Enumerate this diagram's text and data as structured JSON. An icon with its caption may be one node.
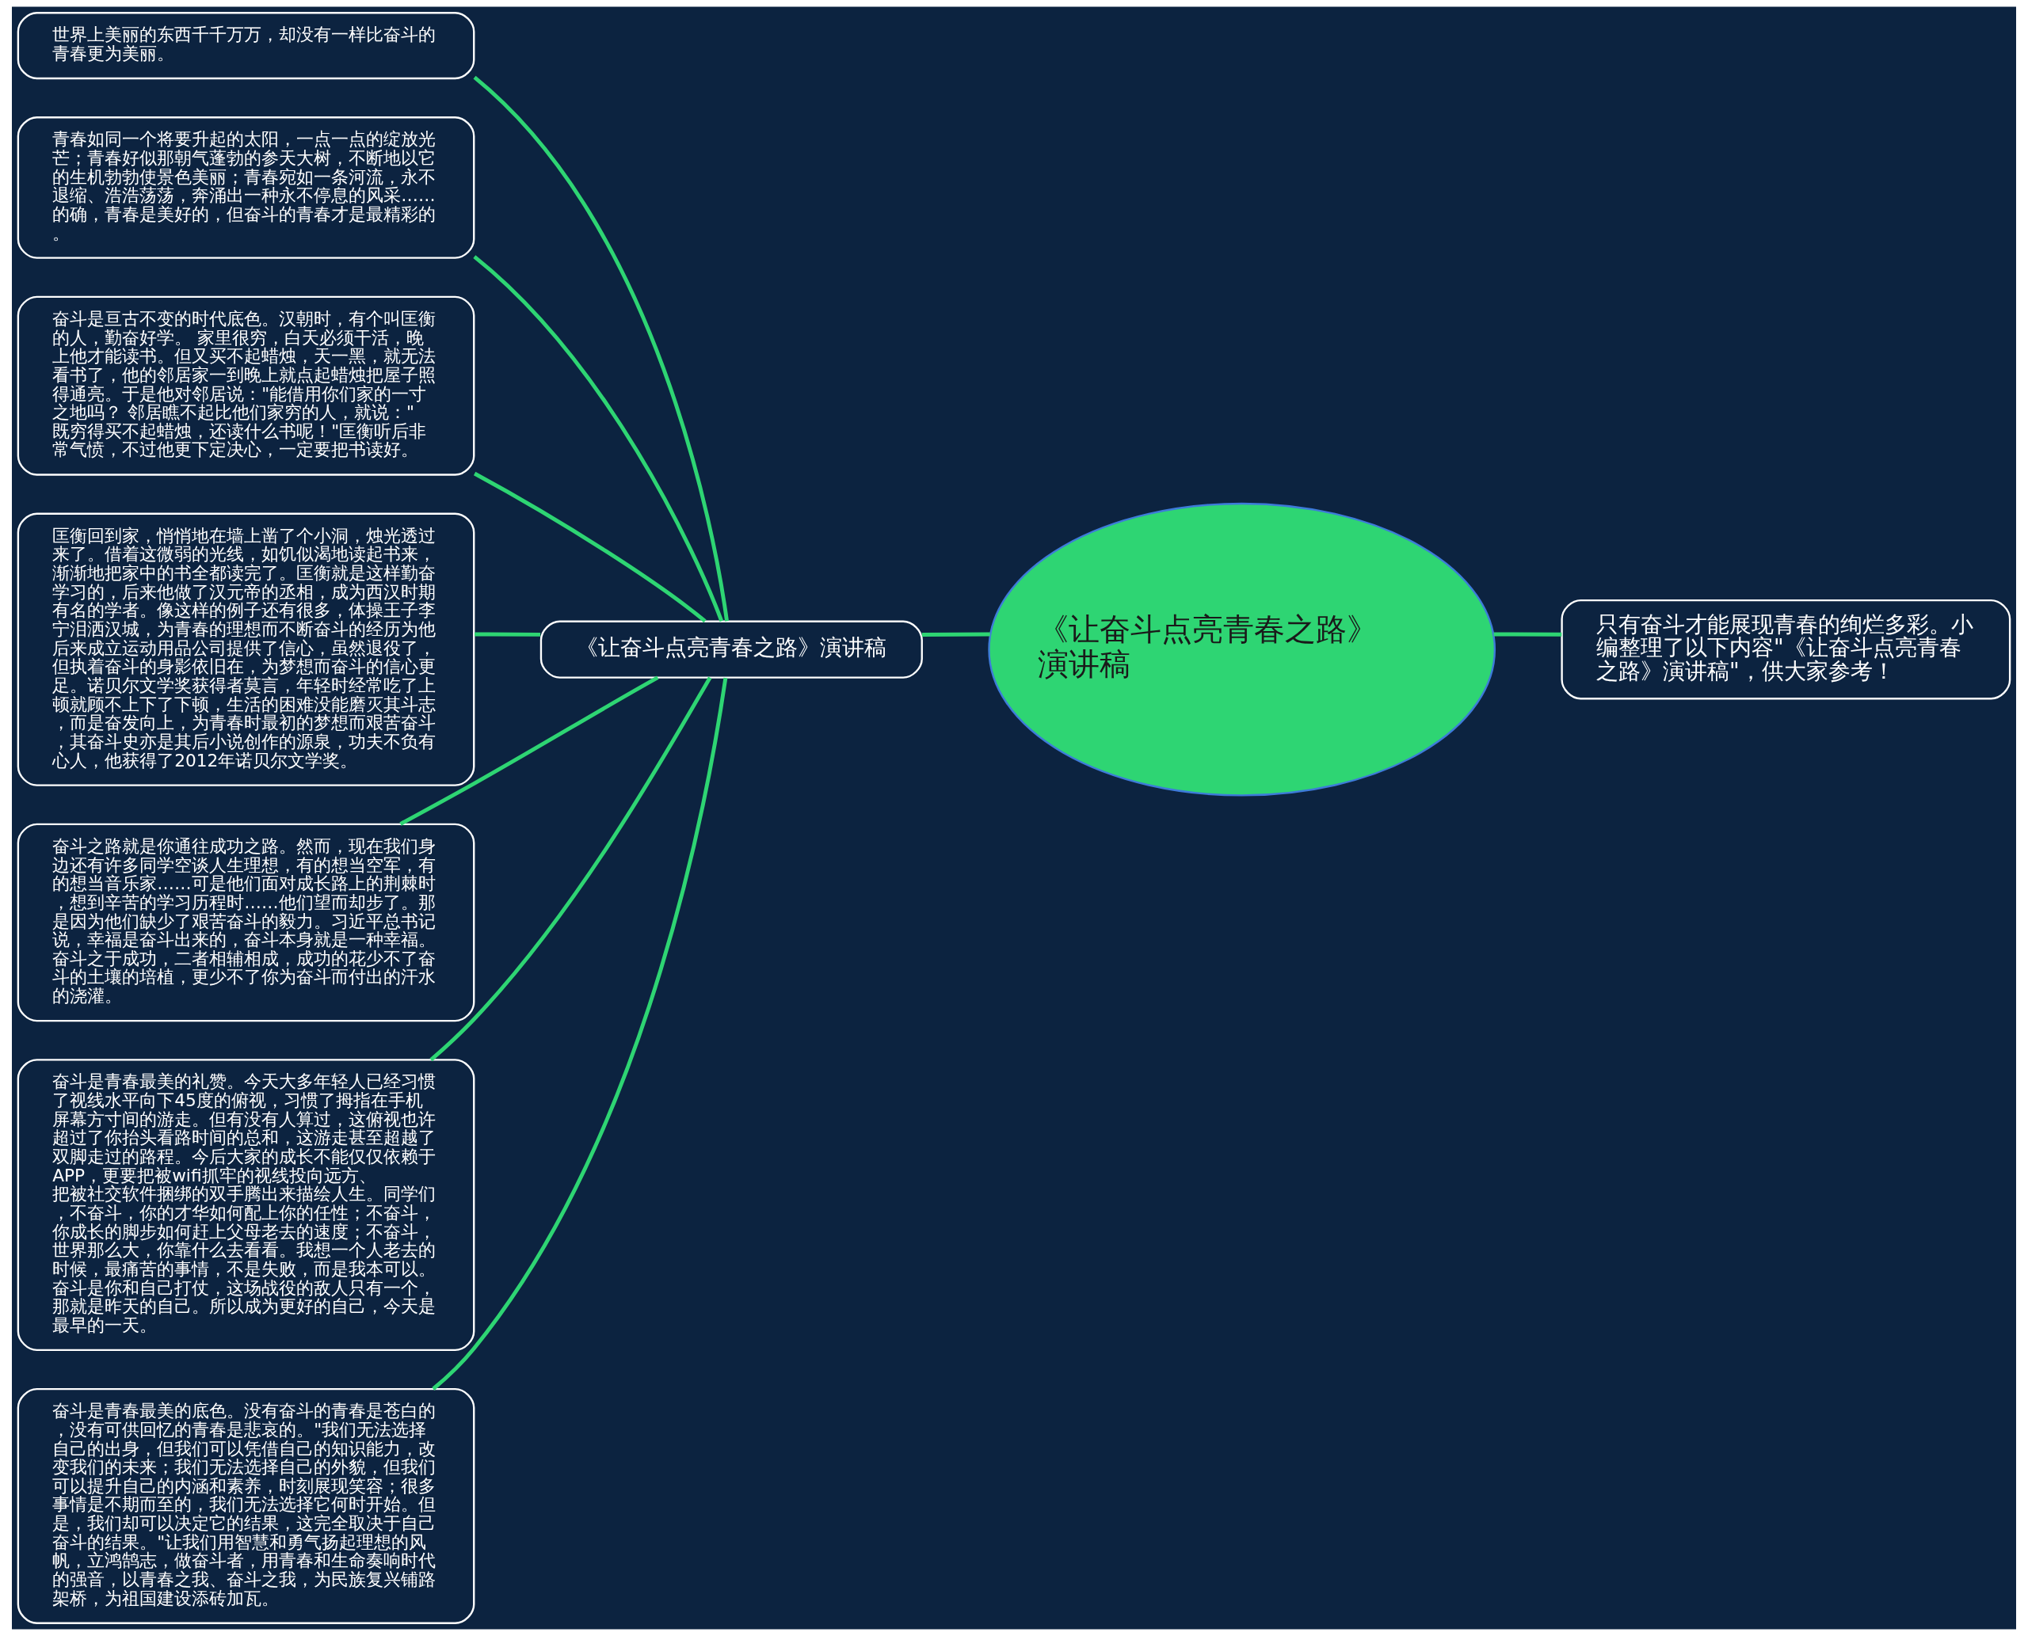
{
  "diagram": {
    "nodes": [
      {
        "text": [
          "《让奋斗点亮青春之路》演讲稿"
        ]
      },
      {
        "text": [
          "只有奋斗才能展现青春的绚烂多彩。小编整理了以下内容\"《让奋斗点亮青春之路》演讲稿\"，供大家参考！"
        ]
      },
      {
        "text": [
          "《让奋斗点亮青春之路》演讲稿"
        ]
      },
      {
        "text": [
          "世界上美丽的东西千千万万，却没有一样比奋斗的青春更为美丽。"
        ]
      },
      {
        "text": [
          "青春如同一个将要升起的太阳，一点一点的绽放光芒；青春好似那朝气蓬勃的参天大树，不断地以它的生机勃勃使景色美丽；青春宛如一条河流，永不退缩、浩浩荡荡，奔涌出一种永不停息的风采……的确，青春是美好的，但奋斗的青春才是最精彩的。"
        ]
      },
      {
        "text": [
          "奋斗是亘古不变的时代底色。汉朝时，有个叫匡衡的人，勤奋好学。 家里很穷，白天必须干活，晚上他才能读书。但又买不起蜡烛，天一黑，就无法看书了，他的邻居家一到晚上就点起蜡烛把屋子照得通亮。于是他对邻居说：\"能借用你们家的一寸之地吗？ 邻居瞧不起比他们家穷的人，就说：\"既穷得买不起蜡烛，还读什么书呢！\"匡衡听后非常气愤，不过他更下定决心，一定要把书读好。"
        ]
      },
      {
        "text": [
          "匡衡回到家，悄悄地在墙上凿了个小洞，烛光透过来了。借着这微弱的光线，如饥似渴地读起书来，渐渐地把家中的书全都读完了。匡衡就是这样勤奋学习的，后来他做了汉元帝的丞相，成为西汉时期有名的学者。像这样的例子还有很多，体操王子李宁泪洒汉城，为青春的理想而不断奋斗的经历为他后来成立运动用品公司提供了信心，虽然退役了，但执着奋斗的身影依旧在，为梦想而奋斗的信心更足。诺贝尔文学奖获得者莫言，年轻时经常吃了上顿就顾不上下了下顿，生活的困难没能磨灭其斗志，而是奋发向上，为青春时最初的梦想而艰苦奋斗，其奋斗史亦是其后小说创作的源泉，功夫不负有心人，他获得了2012年诺贝尔文学奖。"
        ]
      },
      {
        "text": [
          "奋斗之路就是你通往成功之路。然而，现在我们身边还有许多同学空谈人生理想，有的想当空军，有的想当音乐家……可是他们面对成长路上的荆棘时，想到辛苦的学习历程时……他们望而却步了。那是因为他们缺少了艰苦奋斗的毅力。习近平总书记说，幸福是奋斗出来的，奋斗本身就是一种幸福。奋斗之于成功，二者相辅相成，成功的花少不了奋斗的土壤的培植，更少不了你为奋斗而付出的汗水的浇灌。"
        ]
      },
      {
        "text": [
          "奋斗是青春最美的礼赞。今天大多年轻人已经习惯了视线水平向下45度的俯视，习惯了拇指在手机屏幕方寸间的游走。但有没有人算过，这俯视也许超过了你抬头看路时间的总和，这游走甚至超越了双脚走过的路程。今后大家的成长不能仅仅依赖于APP，更要把被wifi抓牢的视线投向远方、把被社交软件捆绑的双手腾出来描绘人生。同学们，不奋斗，你的才华如何配上你的任性；不奋斗，你成长的脚步如何赶上父母老去的速度；不奋斗，世界那么大，你靠什么去看看。我想一个人老去的时候，最痛苦的事情，不是失败，而是我本可以。奋斗是你和自己打仗，这场战役的敌人只有一个，那就是昨天的自己。所以成为更好的自己，今天是最早的一天。"
        ]
      },
      {
        "text": [
          "奋斗是青春最美的底色。没有奋斗的青春是苍白的，没有可供回忆的青春是悲哀的。\"我们无法选择自己的出身，但我们可以凭借自己的知识能力，改变我们的未来；我们无法选择自己的外貌，但我们可以提升自己的内涵和素养，时刻展现笑容；很多事情是不期而至的，我们无法选择它何时开始。但是，我们却可以决定它的结果，这完全取决于自己奋斗的结果。\"让我们用智慧和勇气扬起理想的风帆，立鸿鹄志，做奋斗者，用青春和生命奏响时代的强音，以青春之我、奋斗之我，为民族复兴铺路架桥，为祖国建设添砖加瓦。"
        ]
      }
    ],
    "edges": [
      {
        "from": 0,
        "to": 1,
        "arrow": "none"
      },
      {
        "from": 0,
        "to": 2,
        "arrow": "none"
      },
      {
        "from": 2,
        "to": 3,
        "arrow": "none"
      },
      {
        "from": 2,
        "to": 4,
        "arrow": "none"
      },
      {
        "from": 2,
        "to": 5,
        "arrow": "none"
      },
      {
        "from": 2,
        "to": 6,
        "arrow": "none"
      },
      {
        "from": 2,
        "to": 7,
        "arrow": "none"
      },
      {
        "from": 2,
        "to": 8,
        "arrow": "none"
      },
      {
        "from": 2,
        "to": 9,
        "arrow": "none"
      }
    ]
  }
}
